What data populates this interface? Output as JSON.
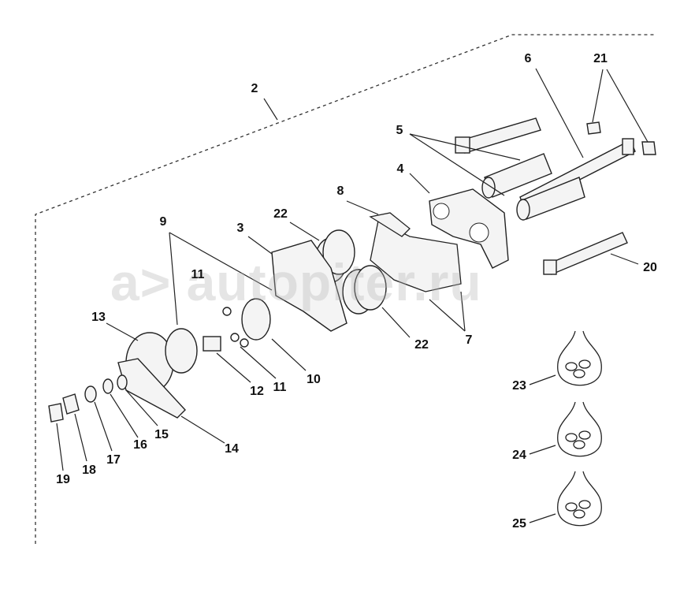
{
  "diagram": {
    "title": "Exploded parts view",
    "callouts": [
      "2",
      "6",
      "21",
      "5",
      "4",
      "8",
      "22",
      "9",
      "3",
      "11",
      "20",
      "13",
      "7",
      "22",
      "12",
      "11",
      "10",
      "23",
      "16",
      "15",
      "14",
      "24",
      "17",
      "18",
      "19",
      "25"
    ]
  },
  "watermark": {
    "text": "autopiter.ru",
    "logo_text": "a>"
  },
  "colors": {
    "line": "#222222",
    "part_fill": "#f2f2f2",
    "watermark": "#c8c8c8"
  }
}
